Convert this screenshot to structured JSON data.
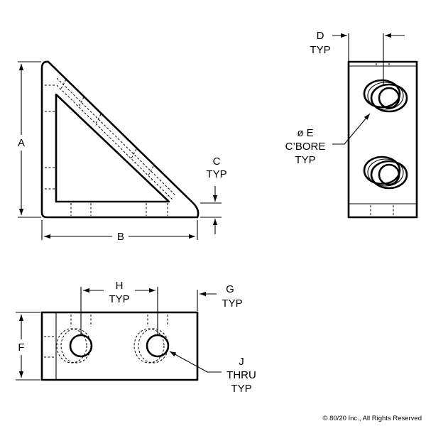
{
  "labels": {
    "a": "A",
    "b": "B",
    "c": "C",
    "c_typ": "TYP",
    "d": "D",
    "d_typ": "TYP",
    "e": "ø E",
    "e_cbore": "C’BORE",
    "e_typ": "TYP",
    "f": "F",
    "g": "G",
    "g_typ": "TYP",
    "h": "H",
    "h_typ": "TYP",
    "j": "J",
    "j_thru": "THRU",
    "j_typ": "TYP"
  },
  "copyright": "© 80/20 Inc., All Rights Reserved"
}
